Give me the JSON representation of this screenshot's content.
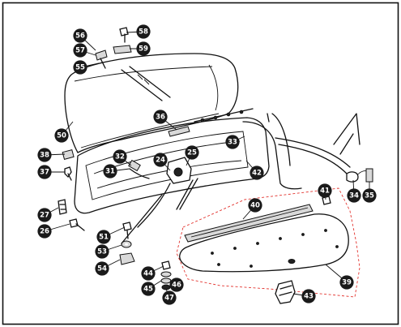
{
  "diagram": {
    "parts": [
      {
        "id": "p56",
        "label": "56"
      },
      {
        "id": "p57",
        "label": "57"
      },
      {
        "id": "p55",
        "label": "55"
      },
      {
        "id": "p58",
        "label": "58"
      },
      {
        "id": "p59",
        "label": "59"
      },
      {
        "id": "p50",
        "label": "50"
      },
      {
        "id": "p36",
        "label": "36"
      },
      {
        "id": "p38",
        "label": "38"
      },
      {
        "id": "p37",
        "label": "37"
      },
      {
        "id": "p32",
        "label": "32"
      },
      {
        "id": "p31",
        "label": "31"
      },
      {
        "id": "p24",
        "label": "24"
      },
      {
        "id": "p25",
        "label": "25"
      },
      {
        "id": "p33",
        "label": "33"
      },
      {
        "id": "p42",
        "label": "42"
      },
      {
        "id": "p34",
        "label": "34"
      },
      {
        "id": "p35",
        "label": "35"
      },
      {
        "id": "p41",
        "label": "41"
      },
      {
        "id": "p40",
        "label": "40"
      },
      {
        "id": "p27",
        "label": "27"
      },
      {
        "id": "p26",
        "label": "26"
      },
      {
        "id": "p51",
        "label": "51"
      },
      {
        "id": "p53",
        "label": "53"
      },
      {
        "id": "p54",
        "label": "54"
      },
      {
        "id": "p44",
        "label": "44"
      },
      {
        "id": "p45",
        "label": "45"
      },
      {
        "id": "p46",
        "label": "46"
      },
      {
        "id": "p47",
        "label": "47"
      },
      {
        "id": "p39",
        "label": "39"
      },
      {
        "id": "p43",
        "label": "43"
      }
    ]
  }
}
